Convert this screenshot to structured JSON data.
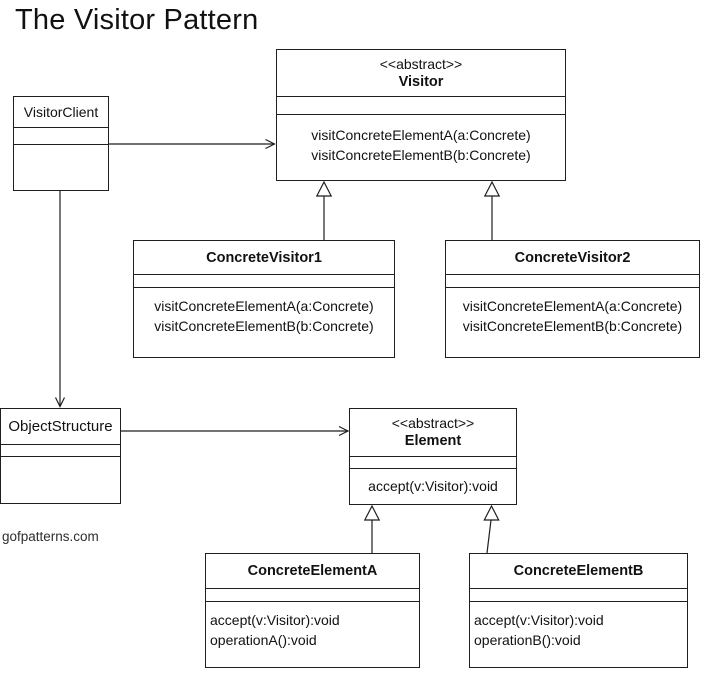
{
  "page": {
    "title": "The Visitor Pattern",
    "watermark": "gofpatterns.com"
  },
  "colors": {
    "line": "#1f1f1f",
    "background": "#ffffff",
    "text": "#111111"
  },
  "classes": {
    "visitor_client": {
      "name": "VisitorClient"
    },
    "visitor": {
      "stereotype": "<<abstract>>",
      "name": "Visitor",
      "methods": [
        "visitConcreteElementA(a:Concrete)",
        "visitConcreteElementB(b:Concrete)"
      ]
    },
    "concrete_visitor1": {
      "name": "ConcreteVisitor1",
      "methods": [
        "visitConcreteElementA(a:Concrete)",
        "visitConcreteElementB(b:Concrete)"
      ]
    },
    "concrete_visitor2": {
      "name": "ConcreteVisitor2",
      "methods": [
        "visitConcreteElementA(a:Concrete)",
        "visitConcreteElementB(b:Concrete)"
      ]
    },
    "object_structure": {
      "name": "ObjectStructure"
    },
    "element": {
      "stereotype": "<<abstract>>",
      "name": "Element",
      "methods": [
        "accept(v:Visitor):void"
      ]
    },
    "concrete_element_a": {
      "name": "ConcreteElementA",
      "methods": [
        "accept(v:Visitor):void",
        "operationA():void"
      ]
    },
    "concrete_element_b": {
      "name": "ConcreteElementB",
      "methods": [
        "accept(v:Visitor):void",
        "operationB():void"
      ]
    }
  },
  "relationships": [
    "VisitorClient -> Visitor (association)",
    "VisitorClient -> ObjectStructure (association)",
    "ObjectStructure -> Element (association)",
    "ConcreteVisitor1 -|> Visitor (generalization)",
    "ConcreteVisitor2 -|> Visitor (generalization)",
    "ConcreteElementA -|> Element (generalization)",
    "ConcreteElementB -|> Element (generalization)"
  ]
}
